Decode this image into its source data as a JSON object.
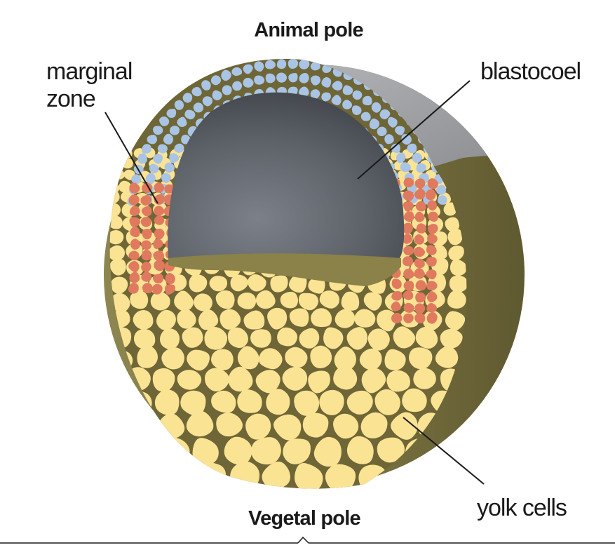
{
  "labels": {
    "animal_pole": "Animal pole",
    "vegetal_pole": "Vegetal pole",
    "marginal_zone_line1": "marginal",
    "marginal_zone_line2": "zone",
    "blastocoel": "blastocoel",
    "yolk_cells": "yolk cells"
  },
  "colors": {
    "animal_cells": "#a9c4e4",
    "marginal_cells": "#e07a5f",
    "yolk_cells": "#fbe394",
    "yolk_surface": "#7c7440",
    "animal_surface": "#9a9ca0",
    "blastocoel": "#555a61",
    "cell_outline": "#6e6636"
  }
}
